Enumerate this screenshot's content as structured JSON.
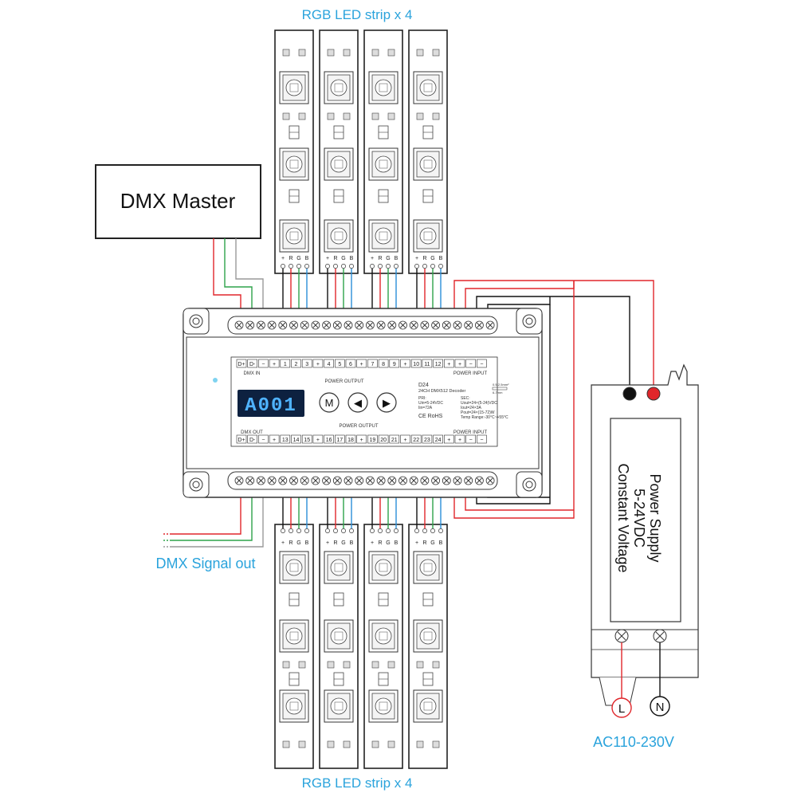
{
  "labels": {
    "top_strips": "RGB LED strip x 4",
    "bottom_strips": "RGB LED strip x 4",
    "dmx_master": "DMX Master",
    "dmx_signal_out": "DMX Signal out",
    "ac_input": "AC110-230V"
  },
  "decoder": {
    "display": "A001",
    "buttons": [
      "M",
      "◀",
      "▶"
    ],
    "model": "D24",
    "model_desc": "24CH DMX512 Decoder",
    "pri_title": "PRI:",
    "pri_lines": [
      "Uin=5-24VDC",
      "Iin=72A"
    ],
    "sec_title": "SEC:",
    "sec_lines": [
      "Uout=24×(5-24)VDC",
      "Iout=24×3A",
      "Pout=24×(15-72)W",
      "Temp Range:-30°C~+55°C"
    ],
    "ce_rohs": "CE  RoHS",
    "wire_strip": "0.5-2.5mm²",
    "wire_len": "6-7mm",
    "dmx_in": "DMX IN",
    "dmx_out": "DMX OUT",
    "power_output": "POWER OUTPUT",
    "power_input": "POWER INPUT",
    "terminal_top": [
      "D+",
      "D-",
      "−",
      "+",
      "1",
      "2",
      "3",
      "+",
      "4",
      "5",
      "6",
      "+",
      "7",
      "8",
      "9",
      "+",
      "10",
      "11",
      "12",
      "+",
      "+",
      "−",
      "−"
    ],
    "terminal_bottom": [
      "D+",
      "D-",
      "−",
      "+",
      "13",
      "14",
      "15",
      "+",
      "16",
      "17",
      "18",
      "+",
      "19",
      "20",
      "21",
      "+",
      "22",
      "23",
      "24",
      "+",
      "+",
      "−",
      "−"
    ]
  },
  "strip_pins": [
    "+",
    "R",
    "G",
    "B"
  ],
  "power_supply": {
    "line1": "Power Supply",
    "line2": "5-24VDC",
    "line3": "Constant Voltage",
    "terminal_l": "L",
    "terminal_n": "N"
  },
  "colors": {
    "blue_label": "#2aa3dc",
    "wire_red": "#e0262b",
    "wire_green": "#2ea34a",
    "wire_blue": "#2a8fd8",
    "wire_black": "#111111",
    "display_bg": "#0d2140",
    "display_text": "#4fb3ff"
  }
}
